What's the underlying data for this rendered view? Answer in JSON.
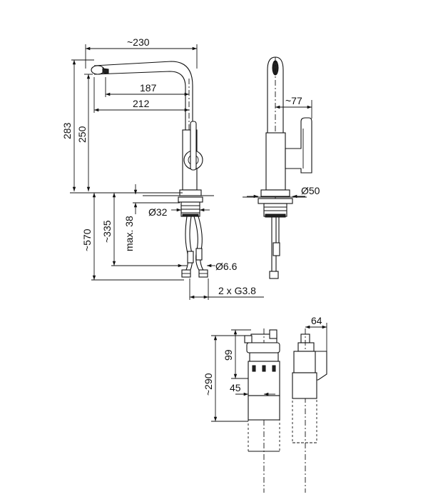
{
  "dimensions": {
    "width_230": "~230",
    "d187": "187",
    "d212": "212",
    "d283": "283",
    "d250": "250",
    "d77": "~77",
    "d570": "~570",
    "d335": "~335",
    "max38": "max. 38",
    "dia32": "Ø32",
    "dia50": "Ø50",
    "dia66": "Ø6.6",
    "g38": "2 x G3.8",
    "d64": "64",
    "d99": "99",
    "d290": "~290",
    "d45": "45"
  }
}
